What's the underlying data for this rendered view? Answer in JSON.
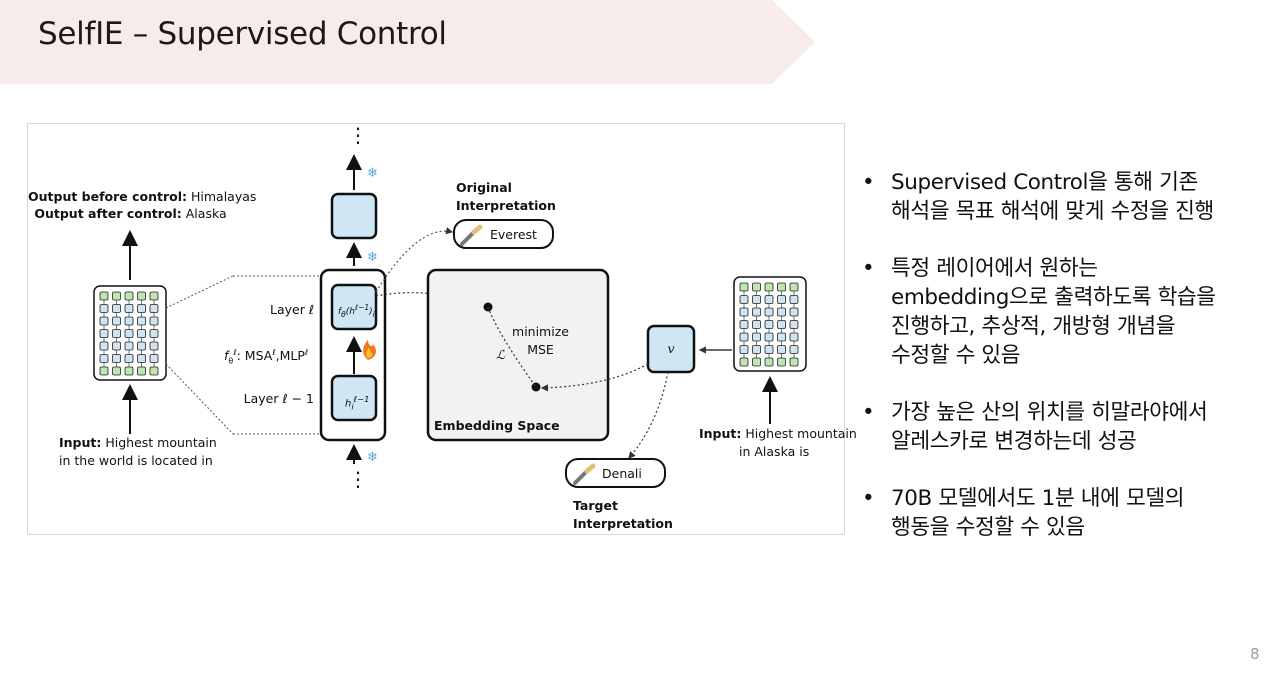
{
  "slide": {
    "title": "SelfIE – Supervised Control",
    "page_number": "8"
  },
  "figure": {
    "output_before_label": "Output before control:",
    "output_before_value": " Himalayas",
    "output_after_label": "Output after control:",
    "output_after_value": " Alaska",
    "input_left_label": "Input:",
    "input_left_text1": " Highest mountain",
    "input_left_text2": "in the world is located in",
    "layer_l": "Layer ℓ",
    "f_theta": ": MSA",
    "f_theta_mlp": ",MLP",
    "layer_l_minus_1": "Layer ℓ − 1",
    "h_prev": "h",
    "f_box": "f",
    "original_interp_1": "Original",
    "original_interp_2": "Interpretation",
    "everest": "Everest",
    "minimize": "minimize",
    "mse": "MSE",
    "loss_symbol": "ℒ",
    "embedding_space": "Embedding Space",
    "v_symbol": "v",
    "input_right_label": "Input:",
    "input_right_text1": " Highest mountain",
    "input_right_text2": "in Alaska is",
    "denali": "Denali",
    "target_interp_1": "Target",
    "target_interp_2": "Interpretation",
    "ellipsis_top": "⋮",
    "ellipsis_bottom": "⋮"
  },
  "bullets": [
    {
      "line1": "Supervised Control을 통해 기존",
      "line2": "해석을 목표 해석에 맞게 수정을 진행"
    },
    {
      "line1": "특정 레이어에서 원하는",
      "line2": "embedding으로 출력하도록 학습을",
      "line3": "진행하고, 추상적, 개방형 개념을",
      "line4": "수정할 수 있음"
    },
    {
      "line1": "가장 높은 산의 위치를 히말라야에서",
      "line2": "알레스카로 변경하는데 성공"
    },
    {
      "line1": "70B 모델에서도 1분 내에 모델의",
      "line2": "행동을 수정할 수 있음"
    }
  ],
  "bullet_glyph": "•",
  "colors": {
    "banner": "#f8ecea",
    "box_fill": "#cfe7f5",
    "grid_node_green": "#bfe6b0",
    "grid_node_blue": "#cfe3f2",
    "embedding_fill": "#f2f2f2"
  }
}
